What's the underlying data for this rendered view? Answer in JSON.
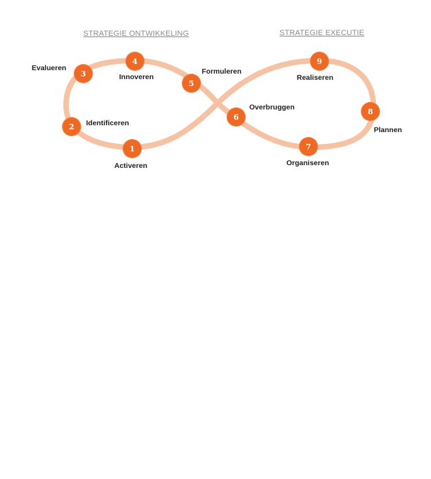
{
  "sections": {
    "development": "STRATEGIE ONTWIKKELING",
    "execution": "STRATEGIE EXECUTIE"
  },
  "steps": [
    {
      "number": "1",
      "label": "Activeren"
    },
    {
      "number": "2",
      "label": "Identificeren"
    },
    {
      "number": "3",
      "label": "Evalueren"
    },
    {
      "number": "4",
      "label": "Innoveren"
    },
    {
      "number": "5",
      "label": "Formuleren"
    },
    {
      "number": "6",
      "label": "Overbruggen"
    },
    {
      "number": "7",
      "label": "Organiseren"
    },
    {
      "number": "8",
      "label": "Plannen"
    },
    {
      "number": "9",
      "label": "Realiseren"
    }
  ],
  "colors": {
    "loop": "#f6c2a4",
    "node": "#ee6a24",
    "title": "#8a8a8a"
  }
}
